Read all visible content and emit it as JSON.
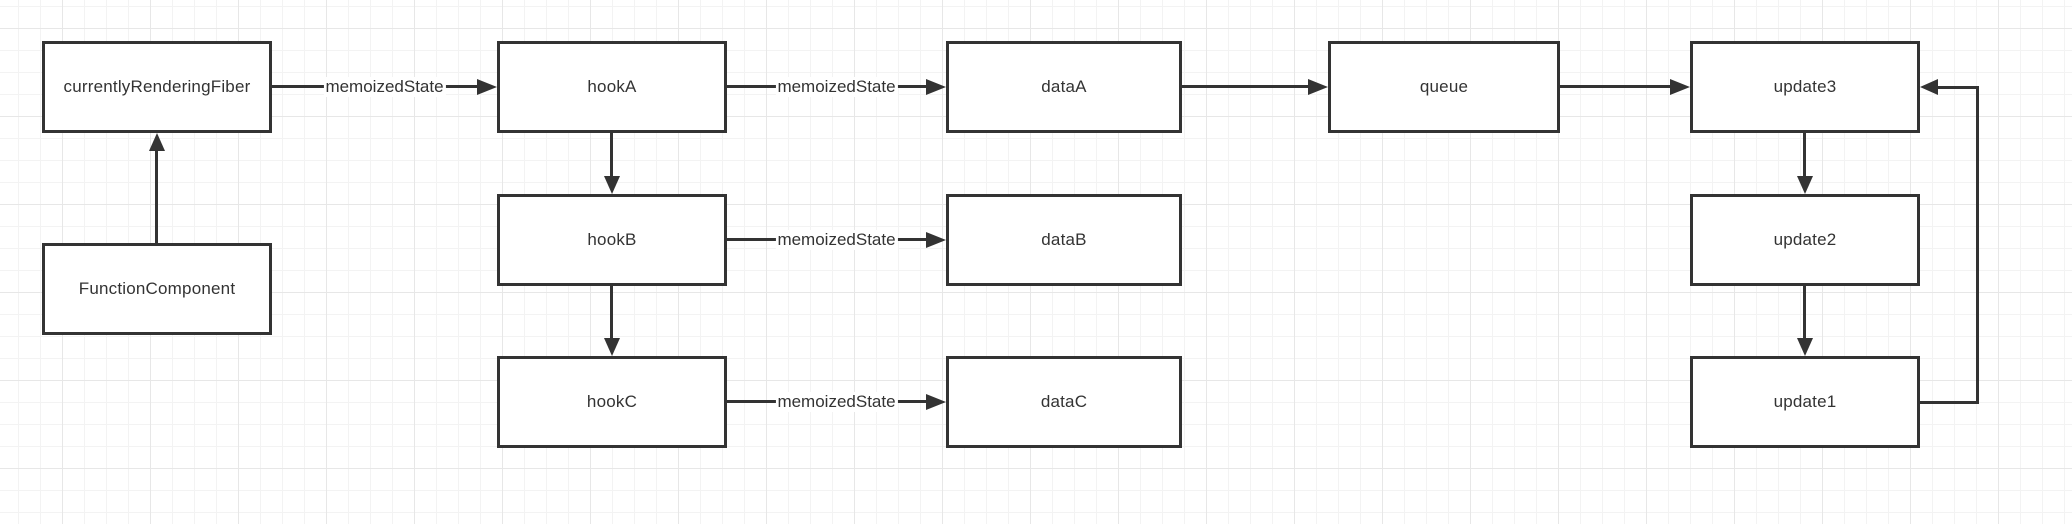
{
  "canvas": {
    "background": "#ffffff",
    "grid_minor_color": "#f3f3f3",
    "grid_major_color": "#e7e7e7",
    "stroke_color": "#333333",
    "node_fill": "#ffffff",
    "text_color": "#333333"
  },
  "nodes": {
    "currentlyRenderingFiber": {
      "label": "currentlyRenderingFiber"
    },
    "functionComponent": {
      "label": "FunctionComponent"
    },
    "hookA": {
      "label": "hookA"
    },
    "hookB": {
      "label": "hookB"
    },
    "hookC": {
      "label": "hookC"
    },
    "dataA": {
      "label": "dataA"
    },
    "dataB": {
      "label": "dataB"
    },
    "dataC": {
      "label": "dataC"
    },
    "queue": {
      "label": "queue"
    },
    "update3": {
      "label": "update3"
    },
    "update2": {
      "label": "update2"
    },
    "update1": {
      "label": "update1"
    }
  },
  "edges": {
    "fiber_to_hookA": {
      "label": "memoizedState"
    },
    "hookA_to_dataA": {
      "label": "memoizedState"
    },
    "hookB_to_dataB": {
      "label": "memoizedState"
    },
    "hookC_to_dataC": {
      "label": "memoizedState"
    }
  }
}
